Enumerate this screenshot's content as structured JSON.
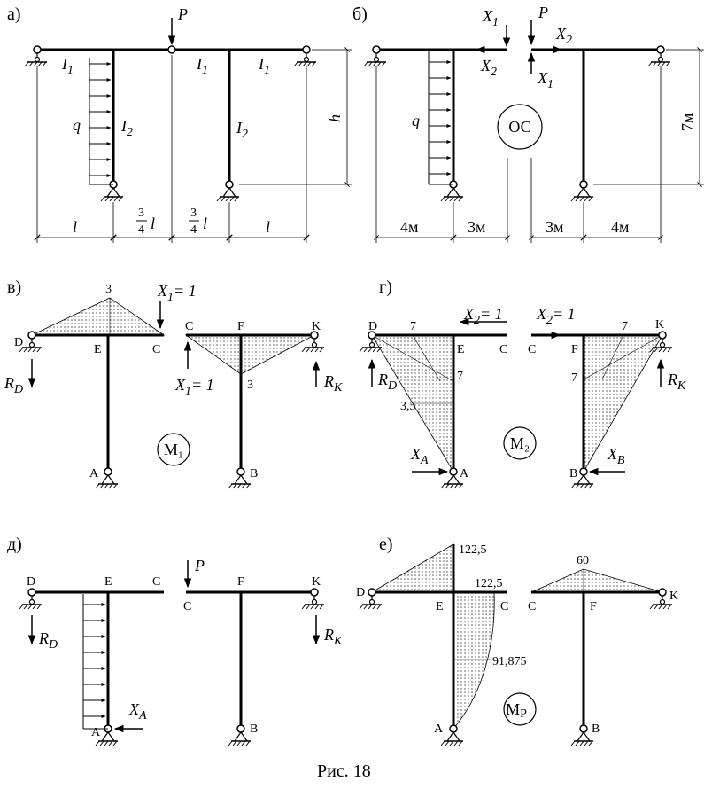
{
  "caption": "Рис. 18",
  "panels": {
    "a": {
      "label": "а)",
      "load_P": "P",
      "I1_left": "I",
      "I1_mid": "I",
      "I1_right": "I",
      "I_sub1": "1",
      "I_sub2": "2",
      "I2_left": "I",
      "I2_right": "I",
      "q": "q",
      "h": "h",
      "dims": [
        "l",
        "l",
        "l",
        "l"
      ],
      "frac_num": "3",
      "frac_den": "4"
    },
    "b": {
      "label": "б)",
      "X": "X",
      "sub1": "1",
      "sub2": "2",
      "P": "P",
      "q": "q",
      "os": "ОС",
      "height": "7м",
      "dims": [
        "4м",
        "3м",
        "3м",
        "4м"
      ]
    },
    "v": {
      "label": "в)",
      "top_val": "3",
      "right_val": "3",
      "X1_top": "X",
      "X1_bottom": "X",
      "eq_one": "= 1",
      "sub1": "1",
      "nodes": [
        "D",
        "E",
        "C",
        "C",
        "F",
        "K",
        "A",
        "B"
      ],
      "RD": "R",
      "RK": "R",
      "subD": "D",
      "subK": "K",
      "badge": "M₁"
    },
    "g": {
      "label": "г)",
      "val_left": "7",
      "val_E": "7",
      "val_mid": "3,5",
      "val_right_top": "7",
      "val_right_side": "7",
      "X2": "X",
      "eq_one": "= 1",
      "sub2": "2",
      "XA": "X",
      "XB": "X",
      "subA": "A",
      "subB": "B",
      "RD": "R",
      "RK": "R",
      "subD": "D",
      "subK": "K",
      "nodes": [
        "D",
        "E",
        "C",
        "C",
        "F",
        "K",
        "A",
        "B"
      ],
      "badge": "M₂"
    },
    "d": {
      "label": "д)",
      "P": "P",
      "nodes": [
        "D",
        "E",
        "C",
        "C",
        "F",
        "K",
        "A",
        "B"
      ],
      "RD": "R",
      "RK": "R",
      "XA": "X",
      "subD": "D",
      "subK": "K",
      "subA": "A"
    },
    "e": {
      "label": "е)",
      "v1": "122,5",
      "v2": "122,5",
      "v3": "91,875",
      "v4": "60",
      "nodes": [
        "D",
        "E",
        "C",
        "C",
        "F",
        "K",
        "A",
        "B"
      ],
      "badge": "M",
      "badge_sub": "P"
    }
  }
}
